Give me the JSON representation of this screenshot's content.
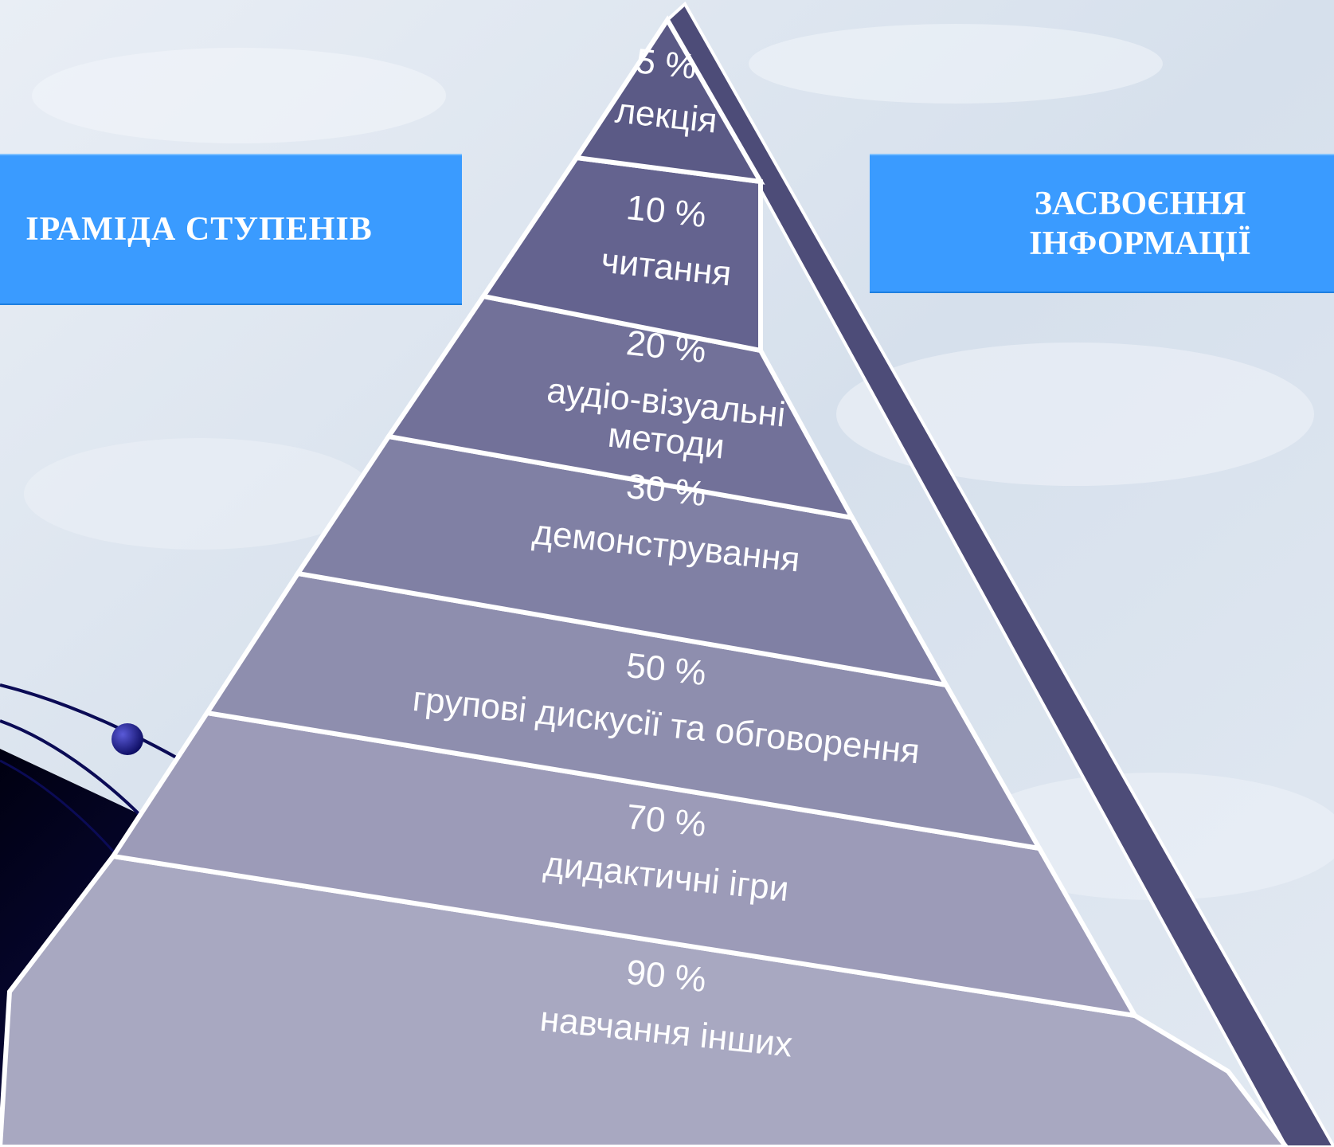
{
  "banners": {
    "left": "ІРАМІДА  СТУПЕНІВ",
    "right_line1": "ЗАСВОЄННЯ",
    "right_line2": "ІНФОРМАЦІЇ"
  },
  "levels": [
    {
      "percent": "5 %",
      "label": "лекція",
      "label2": ""
    },
    {
      "percent": "10 %",
      "label": "читання",
      "label2": ""
    },
    {
      "percent": "20 %",
      "label": "аудіо-візуальні",
      "label2": "методи"
    },
    {
      "percent": "30 %",
      "label": "демонстрування",
      "label2": ""
    },
    {
      "percent": "50 %",
      "label": "групові дискусії та обговорення",
      "label2": ""
    },
    {
      "percent": "70 %",
      "label": "дидактичні ігри",
      "label2": ""
    },
    {
      "percent": "90 %",
      "label": "навчання інших",
      "label2": ""
    }
  ],
  "colors": {
    "banner": "#3a9bff",
    "tiers": [
      "#5b5a86",
      "#64638f",
      "#727199",
      "#8080a4",
      "#8e8eae",
      "#9c9bb8",
      "#a8a8c1"
    ],
    "side": "#4d4c78",
    "background": "#dde5ef"
  }
}
